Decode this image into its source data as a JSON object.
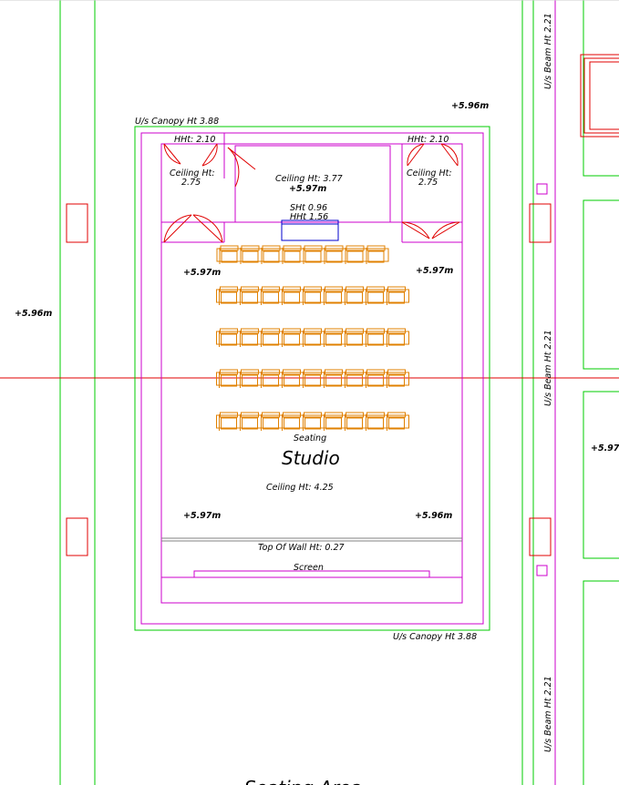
{
  "labels": {
    "canopy_top": "U/s Canopy Ht 3.88",
    "canopy_bottom": "U/s Canopy Ht 3.88",
    "level_top_right": "+5.96m",
    "level_left_outside": "+5.96m",
    "level_right_outside": "+5.97",
    "level_lobby_left": "+5.97m",
    "level_lobby_right": "+5.97m",
    "level_lobby_centre": "+5.97m",
    "level_front_left": "+5.97m",
    "level_front_right": "+5.96m",
    "hht_left": "HHt: 2.10",
    "hht_right": "HHt: 2.10",
    "ceiling_left_label": "Ceiling Ht:",
    "ceiling_left_value": "2.75",
    "ceiling_right_label": "Ceiling Ht:",
    "ceiling_right_value": "2.75",
    "ceiling_centre": "Ceiling Ht: 3.77",
    "sht": "SHt 0.96",
    "hht_centre": "HHt 1.56",
    "seating_label": "Seating",
    "room_name": "Studio",
    "ceiling_main": "Ceiling Ht: 4.25",
    "top_of_wall": "Top Of Wall Ht: 0.27",
    "screen": "Screen",
    "beam_1": "U/s Beam Ht 2.21",
    "beam_2": "U/s Beam Ht 2.21",
    "beam_3": "U/s Beam Ht 2.21",
    "bottom_partial": "Seating Area"
  },
  "seating_rows": [
    8,
    9,
    9,
    9,
    9
  ],
  "colors": {
    "grid_line": "#00cc00",
    "wall": "#cc00cc",
    "column": "#e00000",
    "seat": "#e08000",
    "threshold": "#0000cc"
  }
}
